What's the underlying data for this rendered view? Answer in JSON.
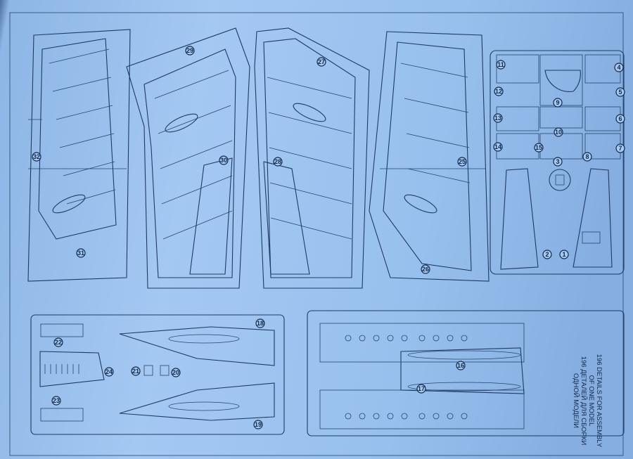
{
  "sheet": {
    "caption": [
      "196 DETAILS FOR ASSEMBLY",
      "OF ONE MODEL",
      "196 ДЕТАЛЕЙ ДЛЯ СБОРКИ",
      "ОДНОЙ МОДЕЛИ"
    ],
    "colors": {
      "paper": "#a3c8f2",
      "ink": "#1f3b63"
    }
  },
  "sprues": {
    "wing_left_outer": {
      "parts": [
        "32",
        "31"
      ]
    },
    "wing_left_inner": {
      "parts": [
        "29",
        "30"
      ]
    },
    "wing_right_inner": {
      "parts": [
        "27",
        "28"
      ]
    },
    "wing_right_outer": {
      "parts": [
        "25",
        "26"
      ]
    },
    "small_parts": {
      "parts": [
        "11",
        "4",
        "12",
        "5",
        "9",
        "13",
        "6",
        "10",
        "14",
        "15",
        "7",
        "8",
        "3",
        "2",
        "1"
      ]
    },
    "nacelles": {
      "parts": [
        "18",
        "22",
        "24",
        "21",
        "20",
        "23",
        "19"
      ]
    },
    "fuselage": {
      "parts": [
        "16",
        "17"
      ]
    }
  }
}
